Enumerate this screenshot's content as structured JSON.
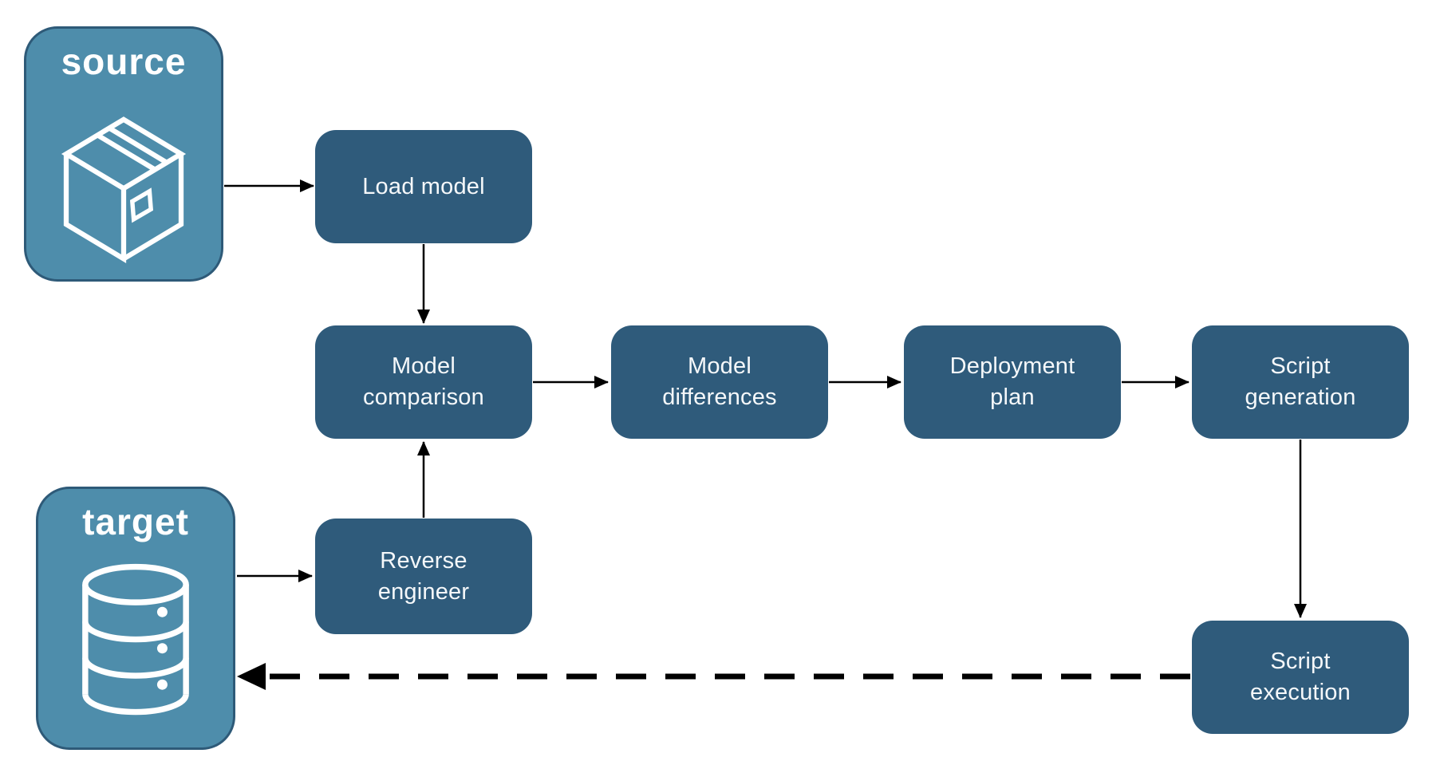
{
  "diagram": {
    "description": "Database deployment pipeline flowchart",
    "nodes": {
      "source": {
        "label": "source",
        "icon": "package-icon",
        "kind": "endpoint"
      },
      "target": {
        "label": "target",
        "icon": "database-icon",
        "kind": "endpoint"
      },
      "load_model": {
        "label": "Load model",
        "kind": "process"
      },
      "model_comparison": {
        "label": "Model\ncomparison",
        "kind": "process"
      },
      "model_differences": {
        "label": "Model\ndifferences",
        "kind": "process"
      },
      "deployment_plan": {
        "label": "Deployment\nplan",
        "kind": "process"
      },
      "script_generation": {
        "label": "Script\ngeneration",
        "kind": "process"
      },
      "reverse_engineer": {
        "label": "Reverse\nengineer",
        "kind": "process"
      },
      "script_execution": {
        "label": "Script\nexecution",
        "kind": "process"
      }
    },
    "edges": [
      {
        "from": "source",
        "to": "load_model",
        "style": "solid"
      },
      {
        "from": "load_model",
        "to": "model_comparison",
        "style": "solid"
      },
      {
        "from": "model_comparison",
        "to": "model_differences",
        "style": "solid"
      },
      {
        "from": "model_differences",
        "to": "deployment_plan",
        "style": "solid"
      },
      {
        "from": "deployment_plan",
        "to": "script_generation",
        "style": "solid"
      },
      {
        "from": "script_generation",
        "to": "script_execution",
        "style": "solid"
      },
      {
        "from": "reverse_engineer",
        "to": "model_comparison",
        "style": "solid"
      },
      {
        "from": "target",
        "to": "reverse_engineer",
        "style": "solid"
      },
      {
        "from": "script_execution",
        "to": "target",
        "style": "thick-dashed"
      }
    ],
    "colors": {
      "process_fill": "#2F5B7B",
      "endpoint_fill": "#4E8DAB",
      "endpoint_border": "#2E5A78",
      "label_text": "#F5F8FA",
      "arrow": "#000000"
    }
  }
}
